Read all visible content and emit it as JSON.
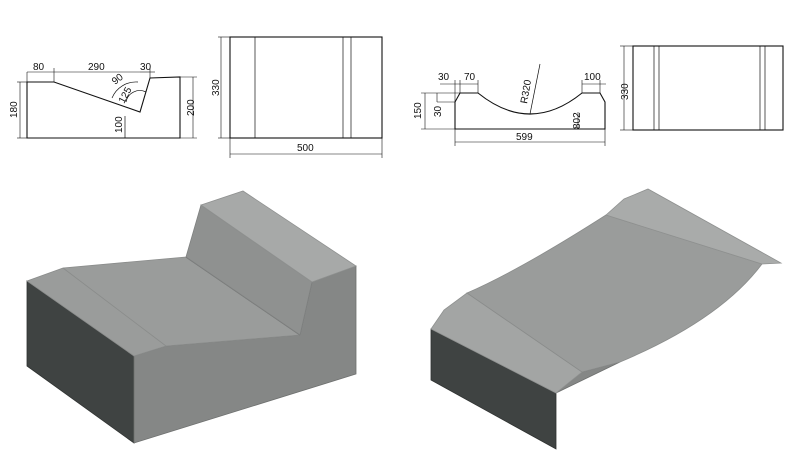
{
  "drawing_left": {
    "profile_dims": {
      "left_width": "80",
      "slope_width": "290",
      "notch_width": "30",
      "left_height": "180",
      "right_height": "200",
      "bottom_depth": "100",
      "angle_a": "90",
      "angle_b": "125"
    },
    "plan_dims": {
      "length": "500",
      "depth": "330"
    }
  },
  "drawing_right": {
    "profile_dims": {
      "left_step": "30",
      "left_flat": "70",
      "radius": "R320",
      "right_flat": "100",
      "total_height": "150",
      "step_height": "30",
      "bottom_depth": "802",
      "width": "599"
    },
    "plan_dims": {
      "depth": "330"
    }
  },
  "colors": {
    "top_face": "#9a9c9b",
    "top_face_light": "#a7a9a8",
    "front_face": "#858786",
    "side_face": "#3f4342",
    "line": "#111111"
  }
}
